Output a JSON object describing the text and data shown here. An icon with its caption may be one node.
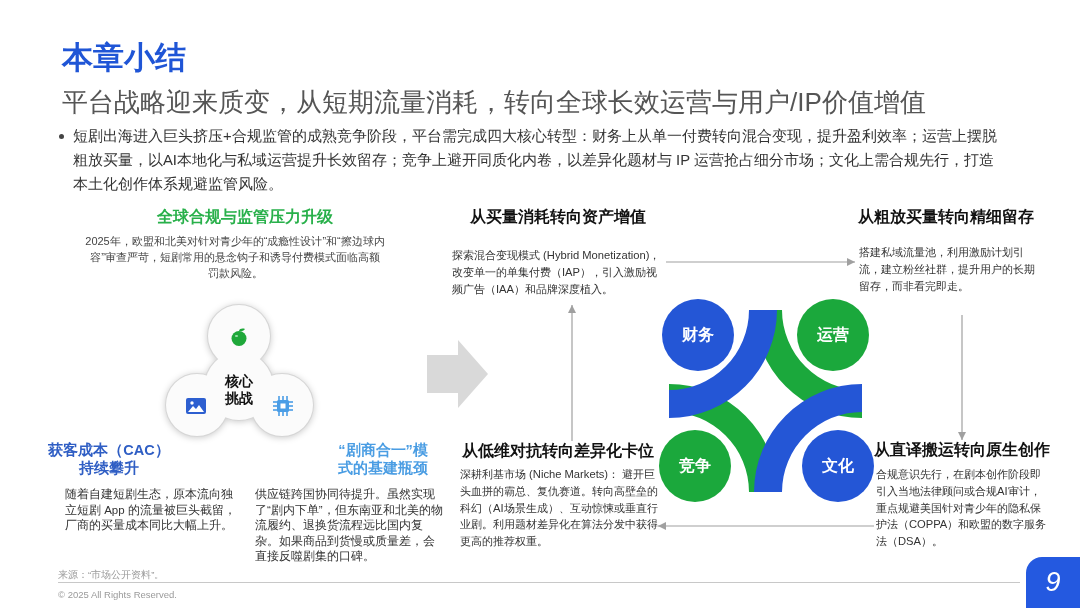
{
  "diagram": {
    "title": "本章小结",
    "nodes": [
      {
        "text": [
          "核心挑战"
        ],
        "beside": [
          "全球合规与监管压力升级",
          "2025年，欧盟和北美对针对青少年的“成瘾性设计”和“擦边球内容”审查严苛，短剧常用的悬念钩子和诱导付费模式面临高额罚款风险。",
          "获客成本（CAC）持续攀升",
          "随着自建短剧生态，原本流向独立短剧 App 的流量被巨头截留，厂商的买量成本同比大幅上升。",
          "“剧商合一”模式的基建瓶颈",
          "供应链跨国协同待提升。虽然实现了“剧内下单”，但东南亚和北美的物流履约、退换货流程远比国内复杂。如果商品到货慢或质量差，会直接反噬剧集的口碑。"
        ]
      },
      {
        "text": [
          "从买量消耗转向资产增值",
          "探索混合变现模式 (Hybrid Monetization)，改变单一的单集付费（IAP），引入激励视频广告（IAA）和品牌深度植入。"
        ]
      },
      {
        "text": [
          "从粗放买量转向精细留存",
          "搭建私域流量池，利用激励计划引流，建立粉丝社群，提升用户的长期留存，而非看完即走。"
        ]
      },
      {
        "text": [
          "财务"
        ]
      },
      {
        "text": [
          "运营"
        ]
      },
      {
        "text": [
          "竞争"
        ]
      },
      {
        "text": [
          "文化"
        ]
      },
      {
        "text": [
          "从低维对抗转向差异化卡位",
          "深耕利基市场 (Niche Markets)： 避开巨头血拼的霸总、复仇赛道。转向高壁垒的科幻（AI场景生成）、互动惊悚或垂直行业剧。利用题材差异化在算法分发中获得更高的推荐权重。"
        ]
      },
      {
        "text": [
          "从直译搬运转向原生创作",
          "合规意识先行，在剧本创作阶段即引入当地法律顾问或合规AI审计，重点规避美国针对青少年的隐私保护法（COPPA）和欧盟的数字服务法（DSA）。"
        ]
      }
    ],
    "edges": [
      {
        "from": 1,
        "to": 2,
        "arrow": "to"
      },
      {
        "from": 2,
        "to": 8,
        "arrow": "to"
      },
      {
        "from": 8,
        "to": 7,
        "arrow": "to"
      },
      {
        "from": 7,
        "to": 1,
        "arrow": "to"
      }
    ],
    "labels": [
      "平台战略迎来质变，从短期流量消耗，转向全球长效运营与用户/IP价值增值",
      "短剧出海进入巨头挤压+合规监管的成熟竞争阶段，平台需完成四大核心转型：财务上从单一付费转向混合变现，提升盈利效率；运营上摆脱粗放买量，以AI本地化与私域运营提升长效留存；竞争上避开同质化内卷，以差异化题材与 IP 运营抢占细分市场；文化上需合规先行，打造本土化创作体系规避监管风险。",
      "来源：“市场公开资料”。",
      "© 2025 All Rights Reserved.",
      "9"
    ]
  }
}
